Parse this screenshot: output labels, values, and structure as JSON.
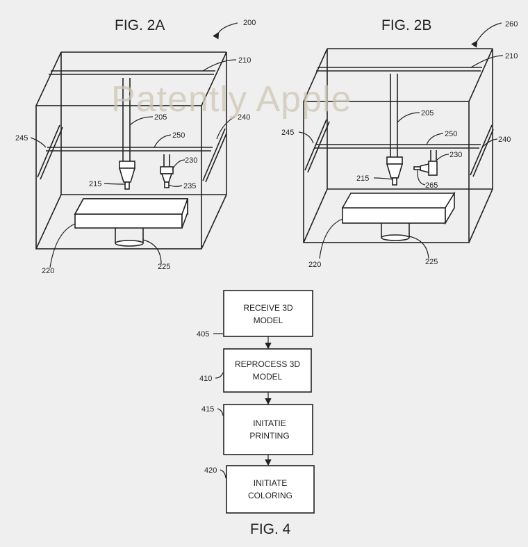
{
  "watermark": "Patently Apple",
  "fig2a": {
    "title": "FIG. 2A",
    "labels": {
      "n200": "200",
      "n210": "210",
      "n205": "205",
      "n240": "240",
      "n245": "245",
      "n250": "250",
      "n230": "230",
      "n215": "215",
      "n235": "235",
      "n220": "220",
      "n225": "225"
    }
  },
  "fig2b": {
    "title": "FIG. 2B",
    "labels": {
      "n260": "260",
      "n210": "210",
      "n205": "205",
      "n245": "245",
      "n250": "250",
      "n240": "240",
      "n230": "230",
      "n215": "215",
      "n265": "265",
      "n220": "220",
      "n225": "225"
    }
  },
  "fig4": {
    "title": "FIG. 4",
    "steps": [
      {
        "number": "405",
        "line1": "RECEIVE 3D",
        "line2": "MODEL"
      },
      {
        "number": "410",
        "line1": "REPROCESS 3D",
        "line2": "MODEL"
      },
      {
        "number": "415",
        "line1": "INITATIE",
        "line2": "PRINTING"
      },
      {
        "number": "420",
        "line1": "INITIATE",
        "line2": "COLORING"
      }
    ]
  }
}
